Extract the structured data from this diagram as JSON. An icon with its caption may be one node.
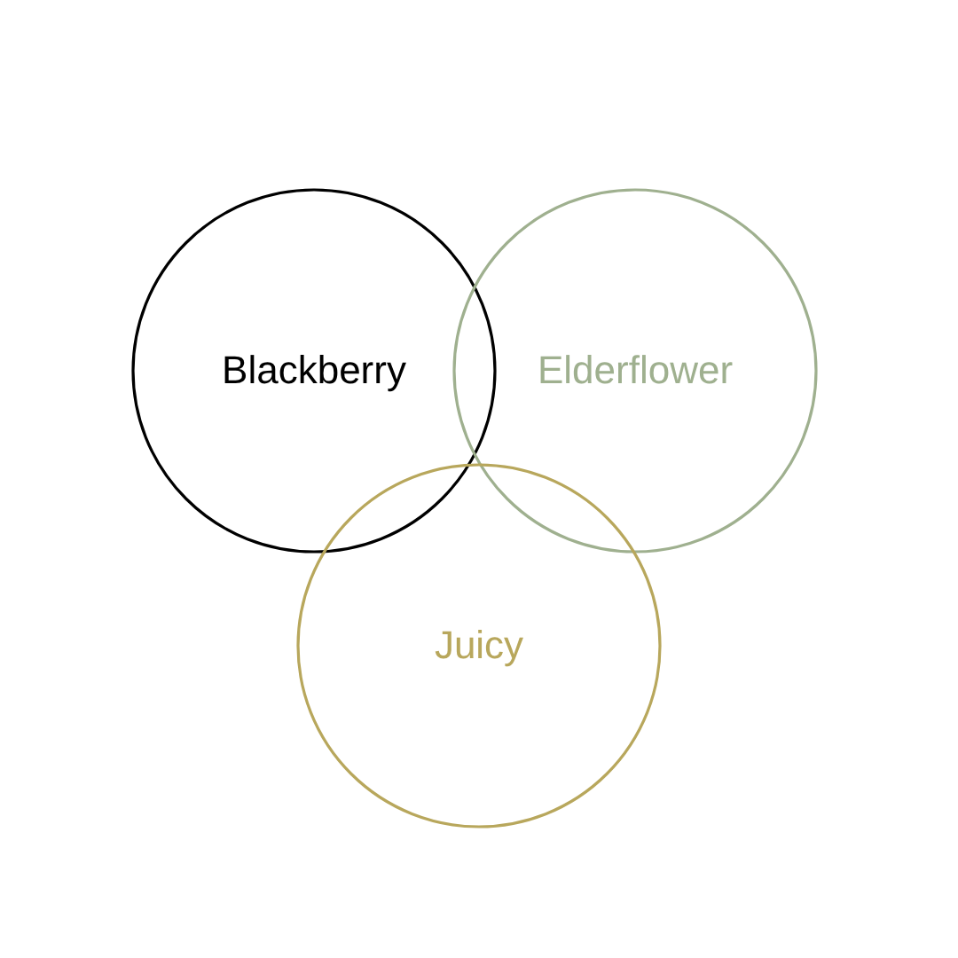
{
  "diagram": {
    "nodes": [
      {
        "text": [
          "Blackberry"
        ]
      },
      {
        "text": [
          "Elderflower"
        ]
      },
      {
        "text": [
          "Juicy"
        ]
      }
    ]
  }
}
